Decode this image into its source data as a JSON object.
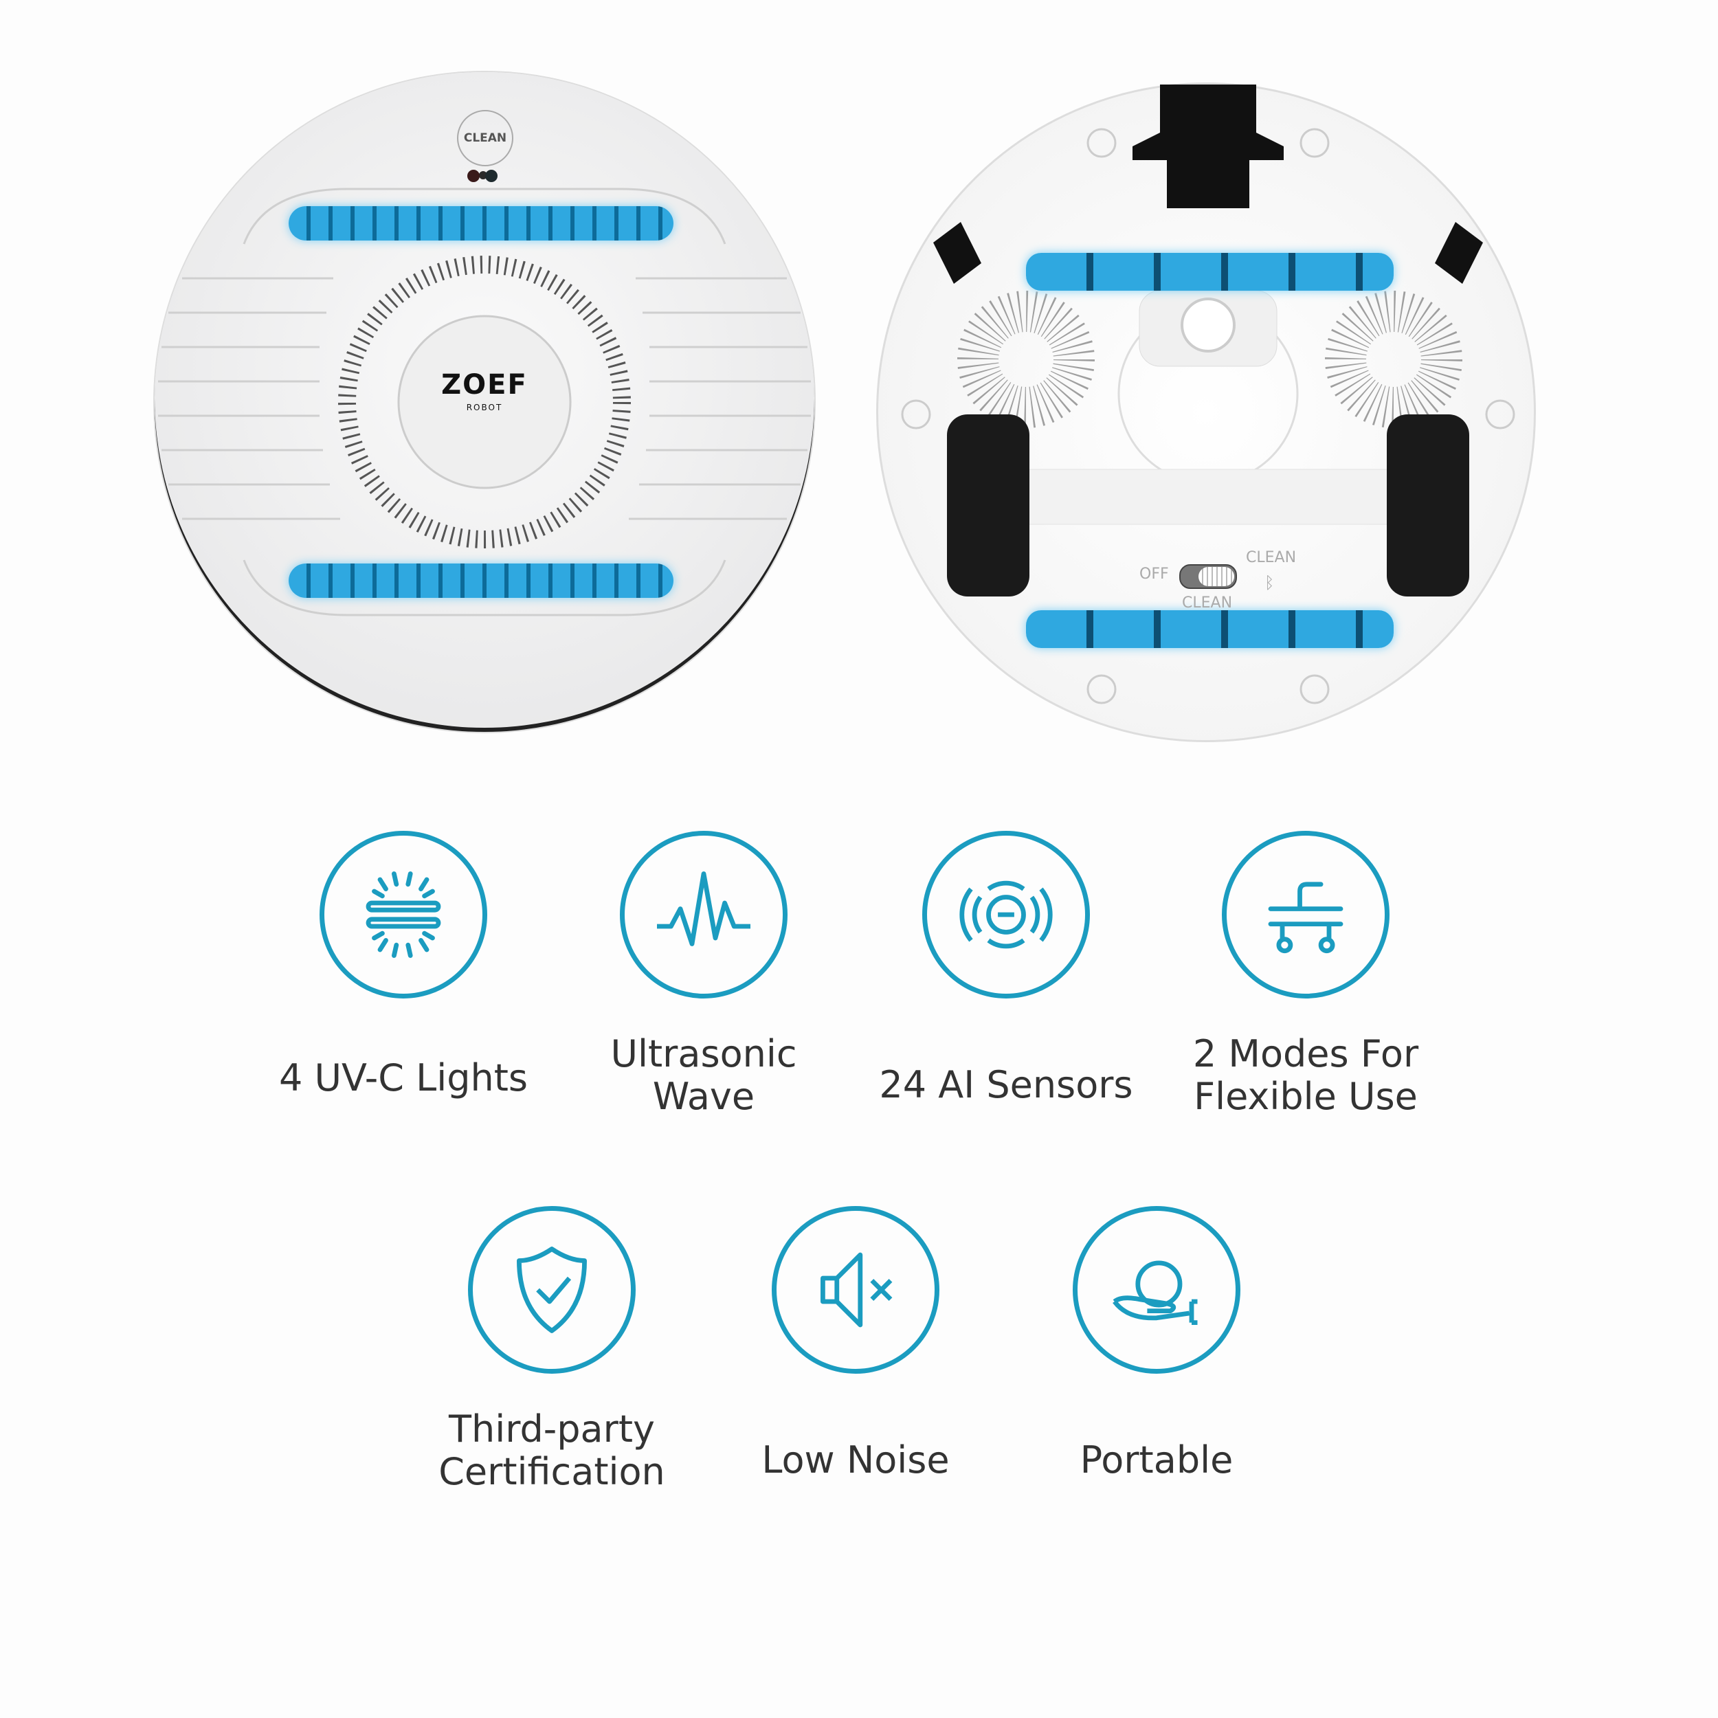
{
  "product": {
    "brand": "ZOEF",
    "brand_sub": "ROBOT",
    "top_button": "CLEAN",
    "switch": {
      "off": "OFF",
      "clean_left": "CLEAN",
      "clean_right": "CLEAN"
    }
  },
  "features": [
    {
      "icon": "uv-lights-icon",
      "label": "4 UV-C Lights"
    },
    {
      "icon": "ultrasonic-wave-icon",
      "label": "Ultrasonic\nWave"
    },
    {
      "icon": "sensor-icon",
      "label": "24 AI Sensors"
    },
    {
      "icon": "modes-cart-icon",
      "label": "2 Modes For\nFlexible Use"
    },
    {
      "icon": "shield-check-icon",
      "label": "Third-party\nCertification"
    },
    {
      "icon": "mute-speaker-icon",
      "label": "Low Noise"
    },
    {
      "icon": "hand-holding-icon",
      "label": "Portable"
    }
  ],
  "colors": {
    "accent": "#1b9cc0",
    "uv": "#2fa8e0"
  }
}
